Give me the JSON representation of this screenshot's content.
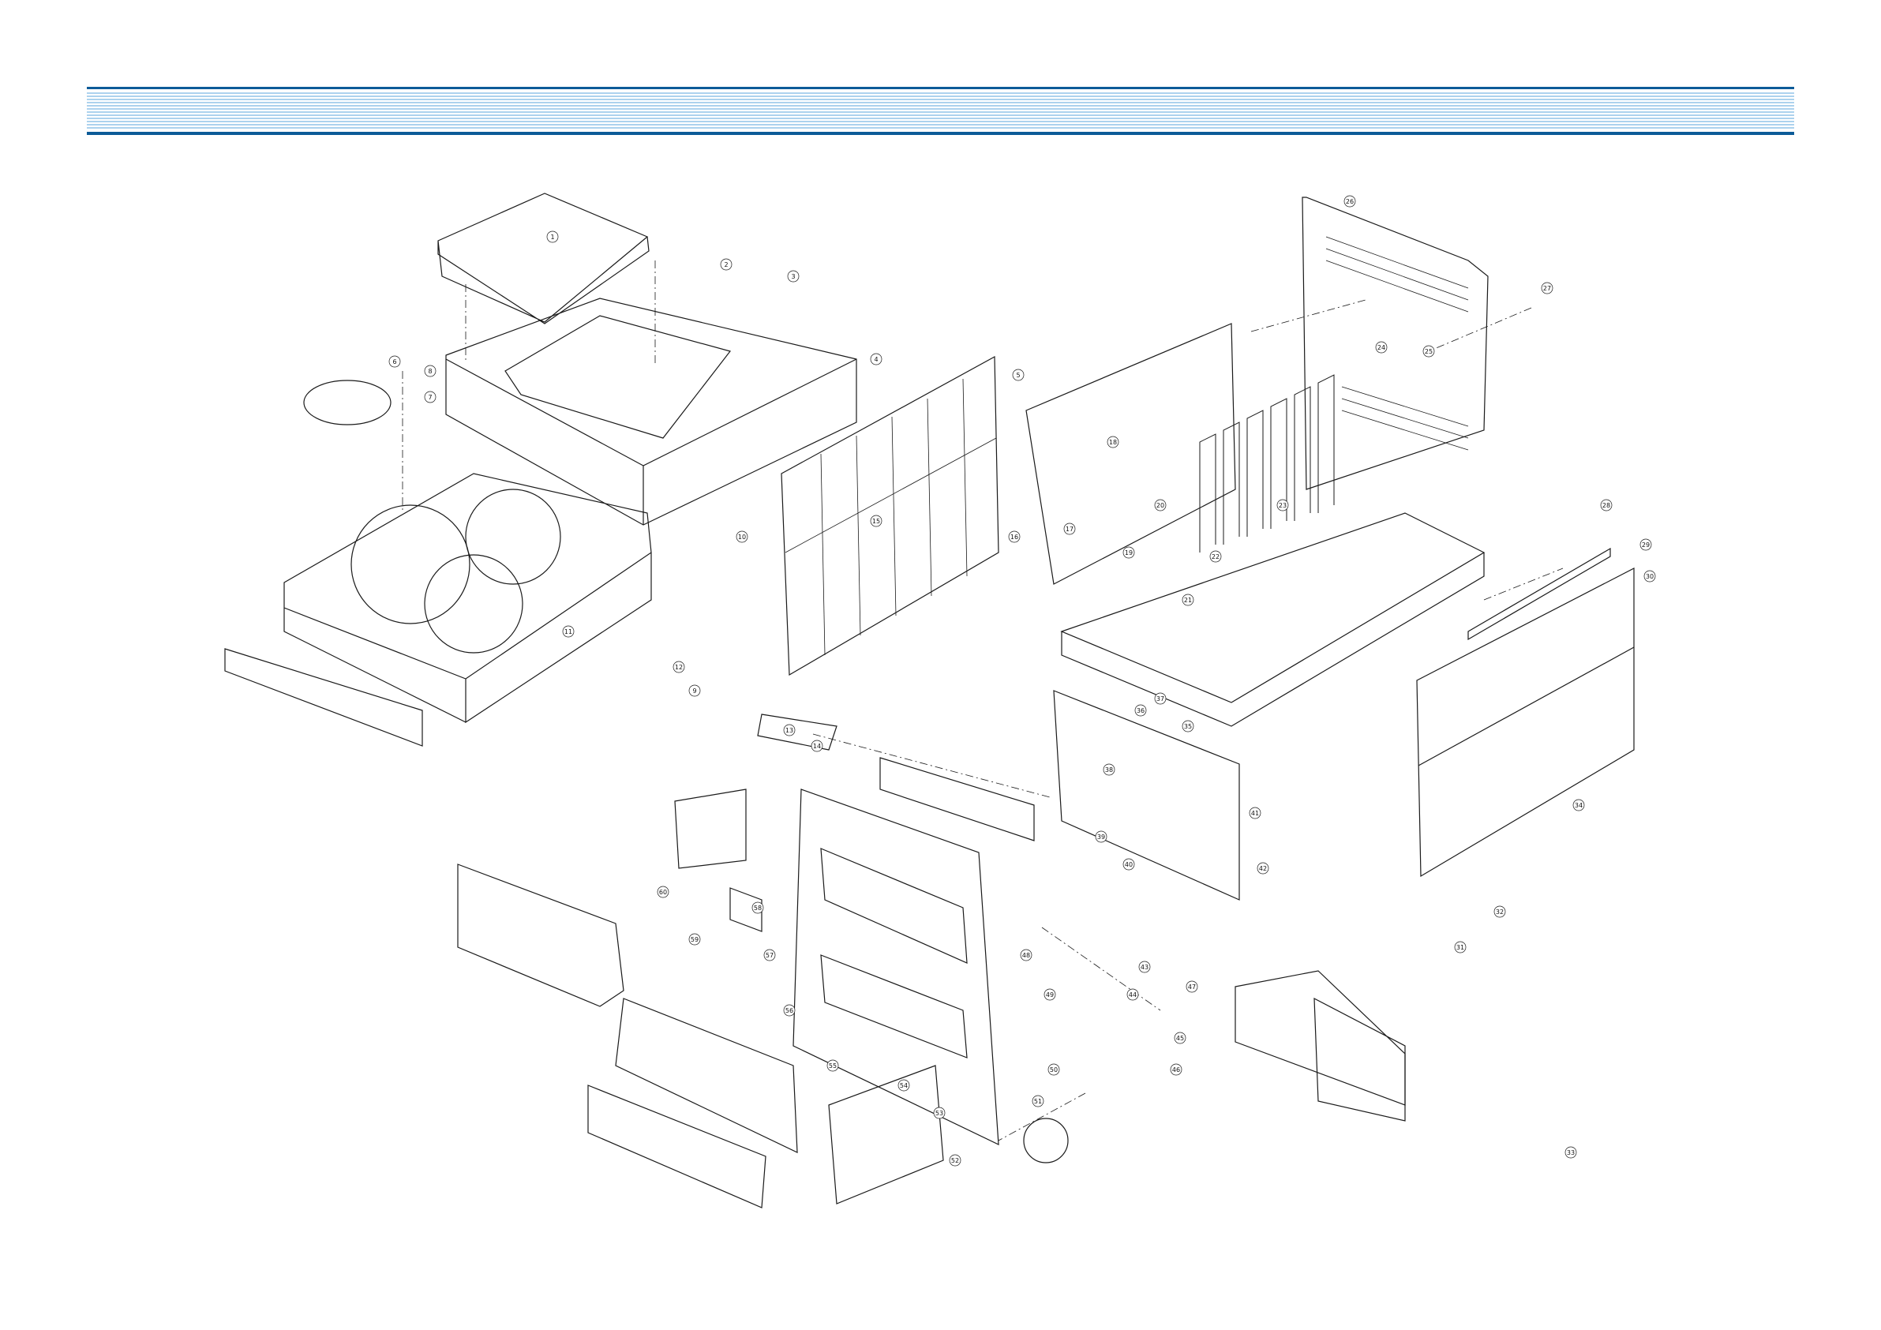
{
  "header": {
    "band_color": "#3a8fc9",
    "line_color": "#0c5b98"
  },
  "diagram": {
    "kind": "exploded-view",
    "stroke_color": "#1a1a1a",
    "callout_numbers": [
      "1",
      "2",
      "3",
      "4",
      "5",
      "6",
      "7",
      "8",
      "9",
      "10",
      "11",
      "12",
      "13",
      "14",
      "15",
      "16",
      "17",
      "18",
      "19",
      "20",
      "21",
      "22",
      "23",
      "24",
      "25",
      "26",
      "27",
      "28",
      "29",
      "30",
      "31",
      "32",
      "33",
      "34",
      "35",
      "36",
      "37",
      "38",
      "39",
      "40",
      "41",
      "42",
      "43",
      "44",
      "45",
      "46",
      "47",
      "48",
      "49",
      "50",
      "51",
      "52",
      "53",
      "54",
      "55",
      "56",
      "57",
      "58",
      "59",
      "60"
    ]
  }
}
